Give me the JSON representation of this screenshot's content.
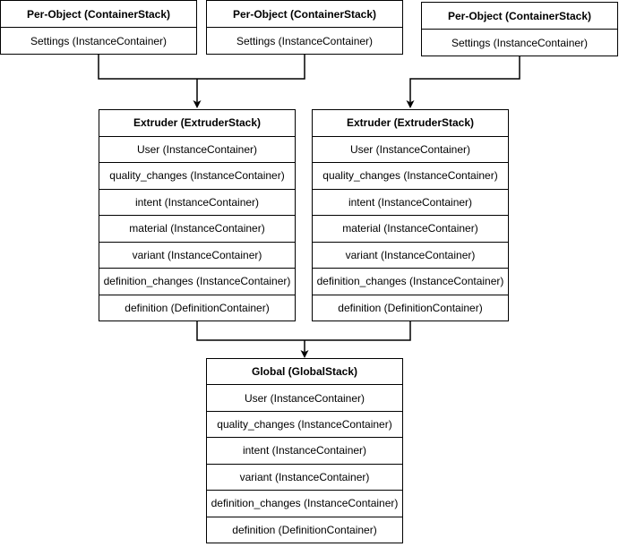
{
  "boxes": {
    "per_object": [
      {
        "title": "Per-Object (ContainerStack)",
        "rows": [
          "Settings (InstanceContainer)"
        ]
      },
      {
        "title": "Per-Object (ContainerStack)",
        "rows": [
          "Settings (InstanceContainer)"
        ]
      },
      {
        "title": "Per-Object (ContainerStack)",
        "rows": [
          "Settings (InstanceContainer)"
        ]
      }
    ],
    "extruder": [
      {
        "title": "Extruder (ExtruderStack)",
        "rows": [
          "User (InstanceContainer)",
          "quality_changes (InstanceContainer)",
          "intent (InstanceContainer)",
          "material (InstanceContainer)",
          "variant (InstanceContainer)",
          "definition_changes (InstanceContainer)",
          "definition (DefinitionContainer)"
        ]
      },
      {
        "title": "Extruder (ExtruderStack)",
        "rows": [
          "User (InstanceContainer)",
          "quality_changes (InstanceContainer)",
          "intent (InstanceContainer)",
          "material (InstanceContainer)",
          "variant (InstanceContainer)",
          "definition_changes (InstanceContainer)",
          "definition (DefinitionContainer)"
        ]
      }
    ],
    "global": {
      "title": "Global (GlobalStack)",
      "rows": [
        "User (InstanceContainer)",
        "quality_changes (InstanceContainer)",
        "intent (InstanceContainer)",
        "variant (InstanceContainer)",
        "definition_changes (InstanceContainer)",
        "definition (DefinitionContainer)"
      ]
    }
  },
  "colors": {
    "border": "#000000",
    "background": "#ffffff",
    "text": "#000000"
  }
}
